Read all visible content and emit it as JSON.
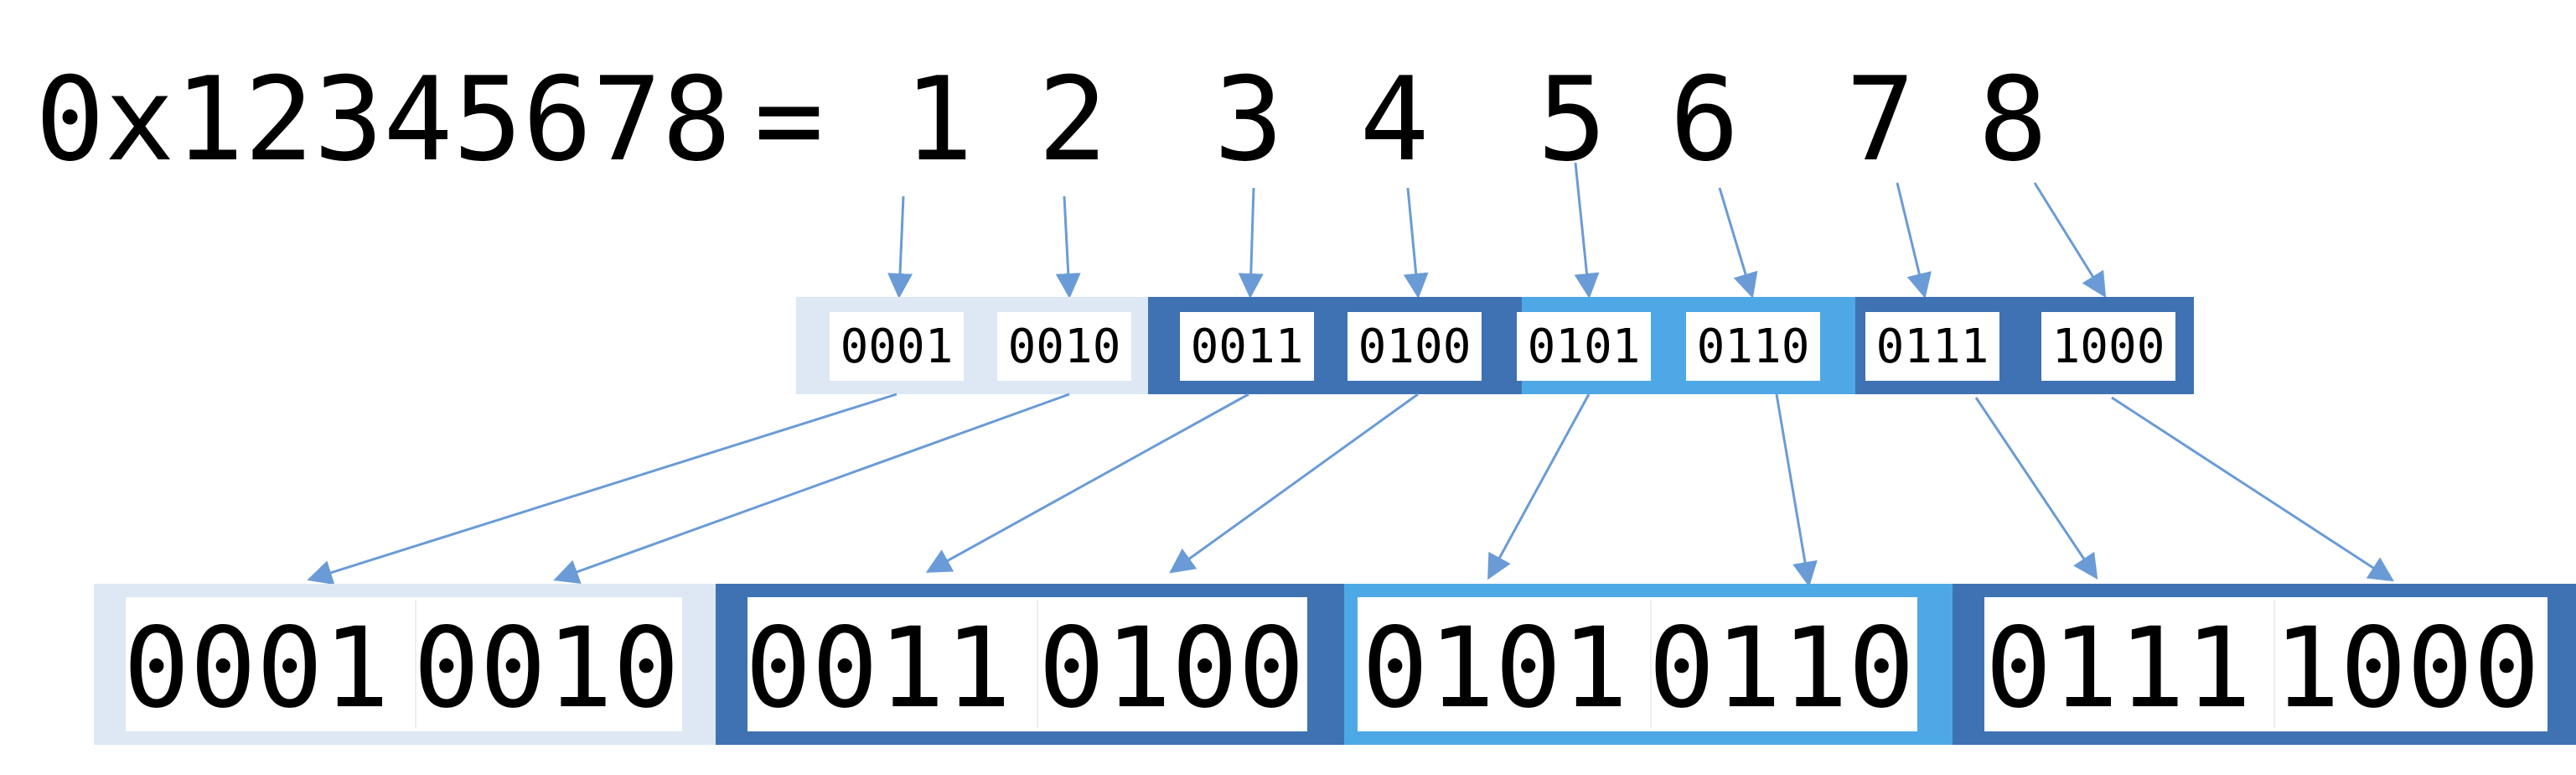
{
  "hex_expression": {
    "value": "0x12345678",
    "equals": "=",
    "digits": [
      "1",
      "2",
      "3",
      "4",
      "5",
      "6",
      "7",
      "8"
    ]
  },
  "small_nibbles": [
    "0001",
    "0010",
    "0011",
    "0100",
    "0101",
    "0110",
    "0111",
    "1000"
  ],
  "large_nibbles": [
    "0001",
    "0010",
    "0011",
    "0100",
    "0101",
    "0110",
    "0111",
    "1000"
  ],
  "colors": {
    "group_1": "#dde8f4",
    "group_2": "#3e72b2",
    "group_3": "#4ea8e6",
    "group_4": "#3e72b2",
    "arrow": "#6a9bd6",
    "text": "#000000",
    "cell_fill": "#ffffff"
  }
}
